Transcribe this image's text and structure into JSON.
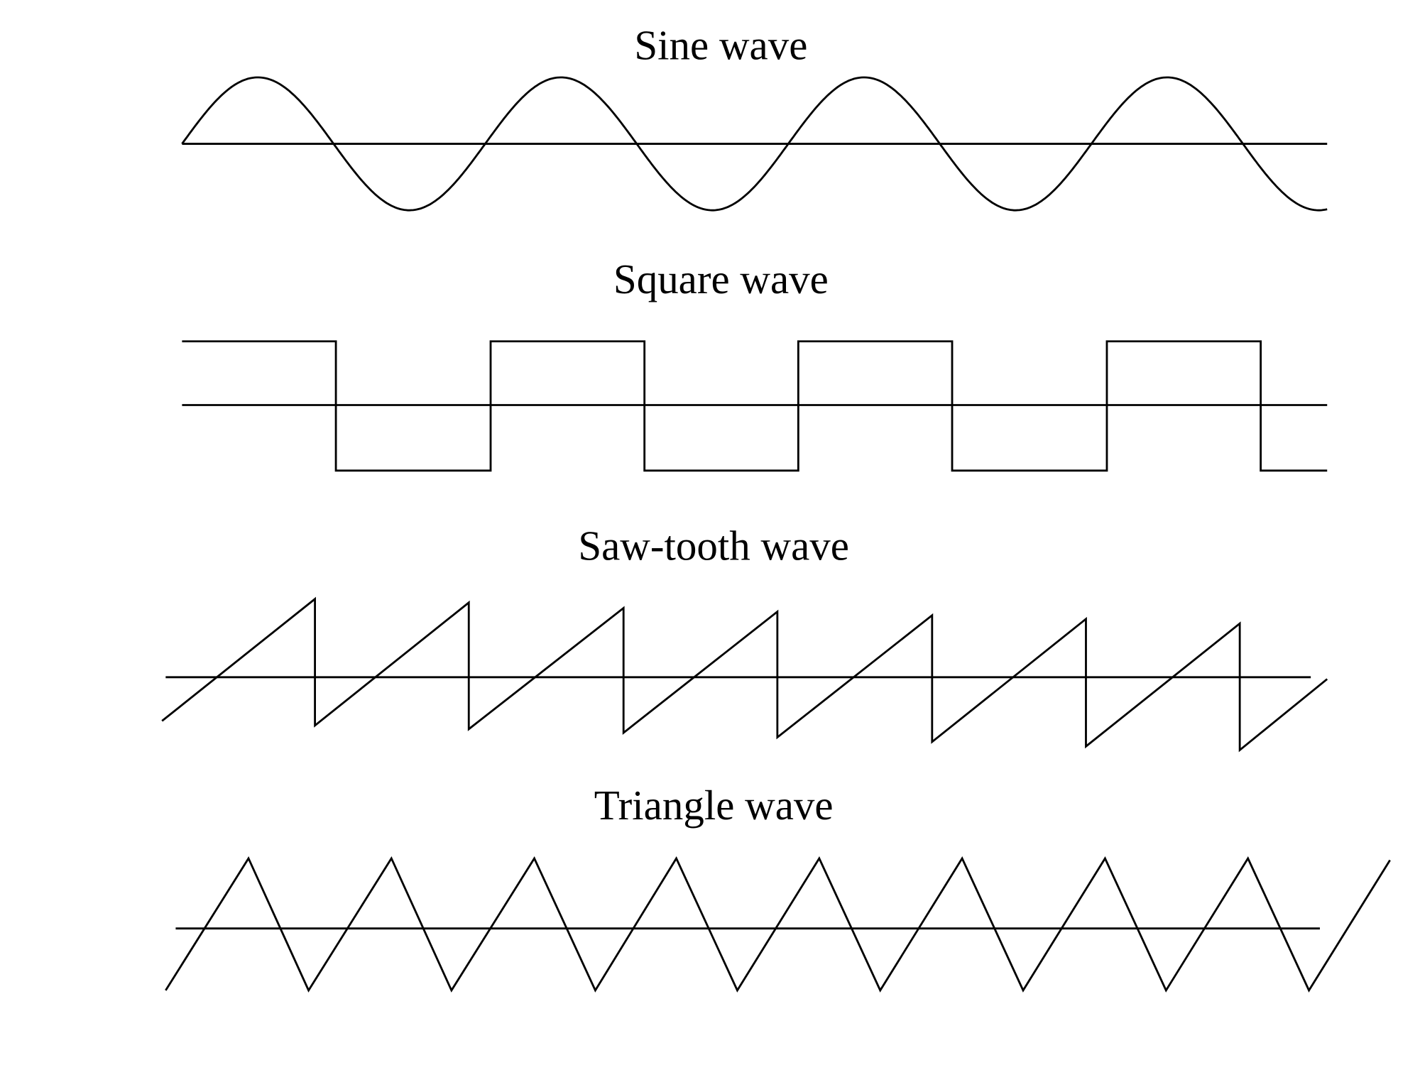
{
  "panels": [
    {
      "title": "Sine wave",
      "type": "sine",
      "cycles": 3.75,
      "amplitude": 1
    },
    {
      "title": "Square wave",
      "type": "square",
      "cycles": 3.75,
      "amplitude": 1
    },
    {
      "title": "Saw-tooth wave",
      "type": "sawtooth",
      "teeth": 7,
      "amplitude": 1
    },
    {
      "title": "Triangle wave",
      "type": "triangle",
      "cycles": 8.5,
      "amplitude": 1
    }
  ],
  "colors": {
    "line": "#000000",
    "background": "#ffffff"
  }
}
